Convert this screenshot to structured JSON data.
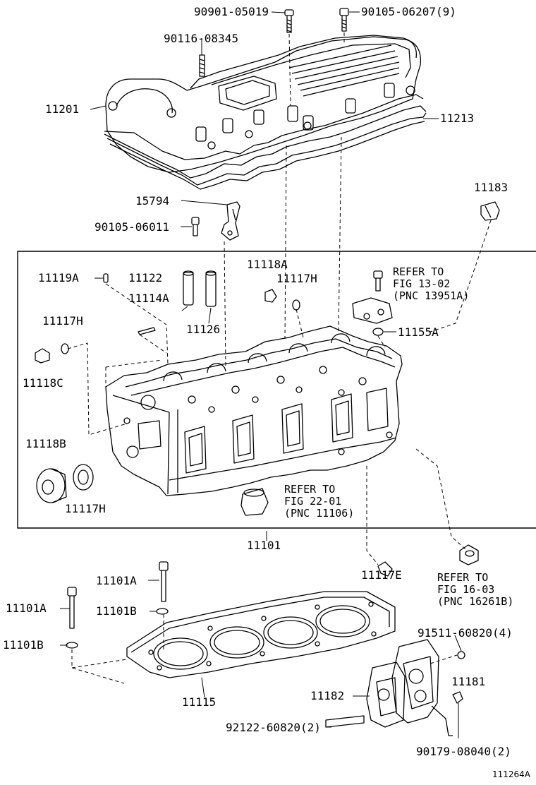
{
  "figure_id": "111264A",
  "labels": {
    "p90901_05019": "90901-05019",
    "p90105_06207": "90105-06207(9)",
    "p90116_08345": "90116-08345",
    "p11201": "11201",
    "p11213": "11213",
    "p15794": "15794",
    "p90105_06011": "90105-06011",
    "p11183": "11183",
    "p11119A": "11119A",
    "p11122": "11122",
    "p11118A": "11118A",
    "p11117H_top": "11117H",
    "p11114A": "11114A",
    "p11126": "11126",
    "p11117H_left": "11117H",
    "p11155A": "11155A",
    "p11118C": "11118C",
    "p11118B": "11118B",
    "p11117H_bottom": "11117H",
    "p11101": "11101",
    "p11117E": "11117E",
    "p11101A_1": "11101A",
    "p11101A_2": "11101A",
    "p11101B_1": "11101B",
    "p11101B_2": "11101B",
    "p91511_60820": "91511-60820(4)",
    "p11181": "11181",
    "p11182": "11182",
    "p11115": "11115",
    "p92122_60820": "92122-60820(2)",
    "p90179_08040": "90179-08040(2)"
  },
  "notes": {
    "fig13": {
      "line1": "REFER TO",
      "line2": "FIG 13-02",
      "line3": "(PNC 13951A)"
    },
    "fig22": {
      "line1": "REFER TO",
      "line2": "FIG 22-01",
      "line3": "(PNC 11106)"
    },
    "fig16": {
      "line1": "REFER TO",
      "line2": "FIG 16-03",
      "line3": "(PNC 16261B)"
    }
  }
}
